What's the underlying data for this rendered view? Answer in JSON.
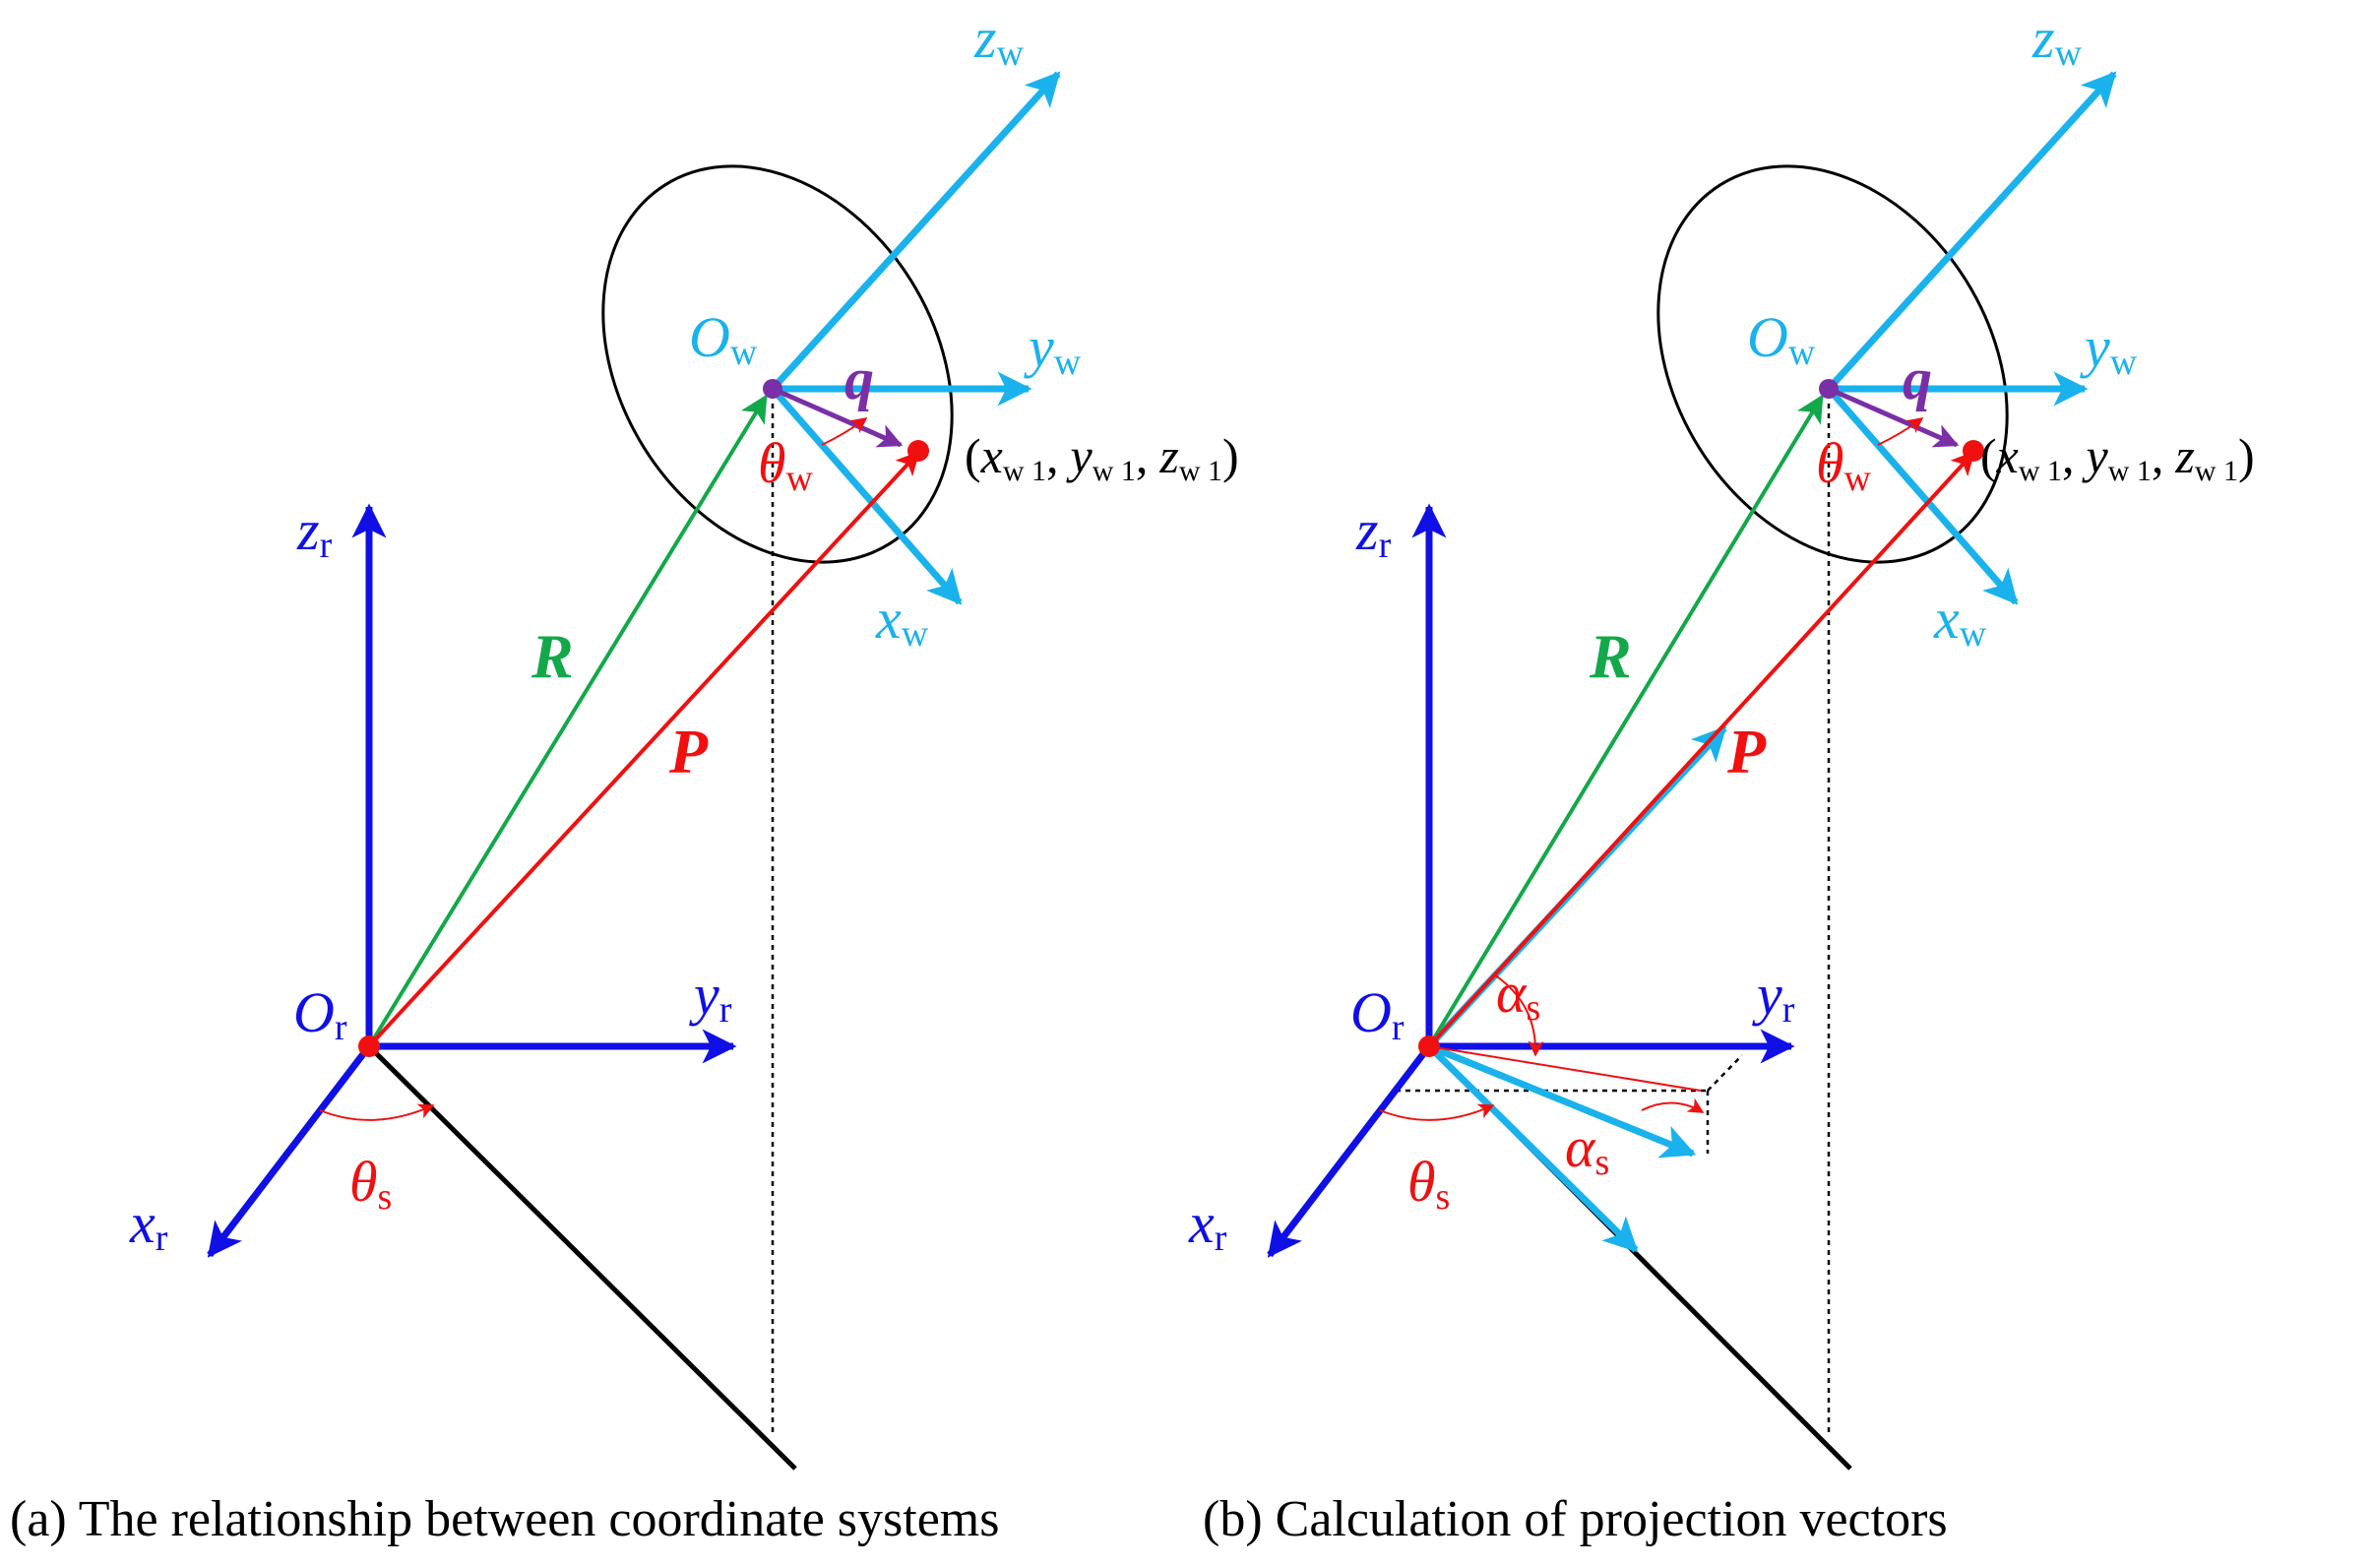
{
  "colors": {
    "robot_axes": "#0f0fe6",
    "wheel_axes": "#1ab2ec",
    "R_vector": "#13a84a",
    "P_vector": "#f01010",
    "q_vector": "#7a2fa6",
    "angle": "#f01010",
    "black": "#000000"
  },
  "panel_a": {
    "labels": {
      "Ow_main": "O",
      "Ow_sub": "w",
      "zw_main": "z",
      "zw_sub": "w",
      "yw_main": "y",
      "yw_sub": "w",
      "xw_main": "x",
      "xw_sub": "w",
      "q": "q",
      "theta_w_main": "θ",
      "theta_w_sub": "w",
      "coord_open": "(",
      "x_main": "x",
      "x_sub": "w 1",
      "y_main": "y",
      "y_sub": "w 1",
      "z_main": "z",
      "z_sub": "w 1",
      "sep": ",",
      "coord_close": ")",
      "zr_main": "z",
      "zr_sub": "r",
      "R": "R",
      "P": "P",
      "Or_main": "O",
      "Or_sub": "r",
      "yr_main": "y",
      "yr_sub": "r",
      "xr_main": "x",
      "xr_sub": "r",
      "theta_s_main": "θ",
      "theta_s_sub": "s"
    },
    "caption": "(a) The relationship between coordinate systems"
  },
  "panel_b": {
    "labels": {
      "Ow_main": "O",
      "Ow_sub": "w",
      "zw_main": "z",
      "zw_sub": "w",
      "yw_main": "y",
      "yw_sub": "w",
      "xw_main": "x",
      "xw_sub": "w",
      "q": "q",
      "theta_w_main": "θ",
      "theta_w_sub": "w",
      "coord_open": "(",
      "x_main": "x",
      "x_sub": "w 1",
      "y_main": "y",
      "y_sub": "w 1",
      "z_main": "z",
      "z_sub": "w 1",
      "sep": ",",
      "coord_close": ")",
      "zr_main": "z",
      "zr_sub": "r",
      "R": "R",
      "P": "P",
      "Or_main": "O",
      "Or_sub": "r",
      "yr_main": "y",
      "yr_sub": "r",
      "xr_main": "x",
      "xr_sub": "r",
      "theta_s_main": "θ",
      "theta_s_sub": "s",
      "alpha_s_main": "α",
      "alpha_s_sub": "s",
      "alpha_s2_main": "α",
      "alpha_s2_sub": "s"
    },
    "caption": "(b) Calculation of projection vectors"
  }
}
